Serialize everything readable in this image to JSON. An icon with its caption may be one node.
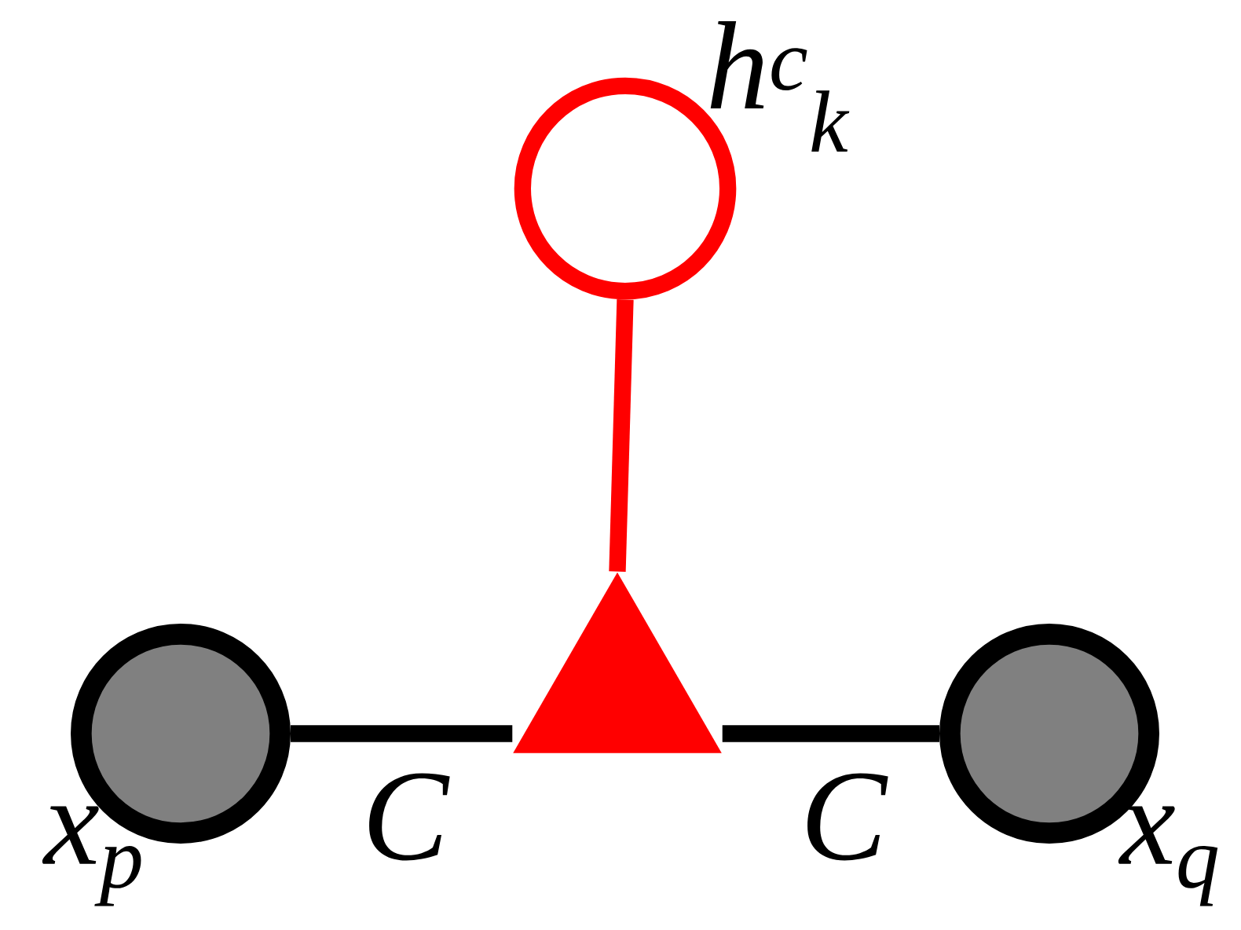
{
  "diagram": {
    "nodes": [
      {
        "text": [],
        "shape": "circle",
        "beside": [
          "x$_{p}$"
        ]
      },
      {
        "text": [],
        "shape": "triangle"
      },
      {
        "text": [],
        "shape": "circle",
        "beside": [
          "x$_{q}$"
        ]
      },
      {
        "text": [],
        "shape": "circle",
        "beside": [
          "h$^{c}$$_{k}$"
        ]
      }
    ],
    "edges": [
      {
        "from": 0,
        "to": 1,
        "arrow": "none",
        "label": "C"
      },
      {
        "from": 1,
        "to": 2,
        "arrow": "none",
        "label": "C"
      },
      {
        "from": 3,
        "to": 1,
        "arrow": "none",
        "color": "#ff0000"
      }
    ]
  }
}
